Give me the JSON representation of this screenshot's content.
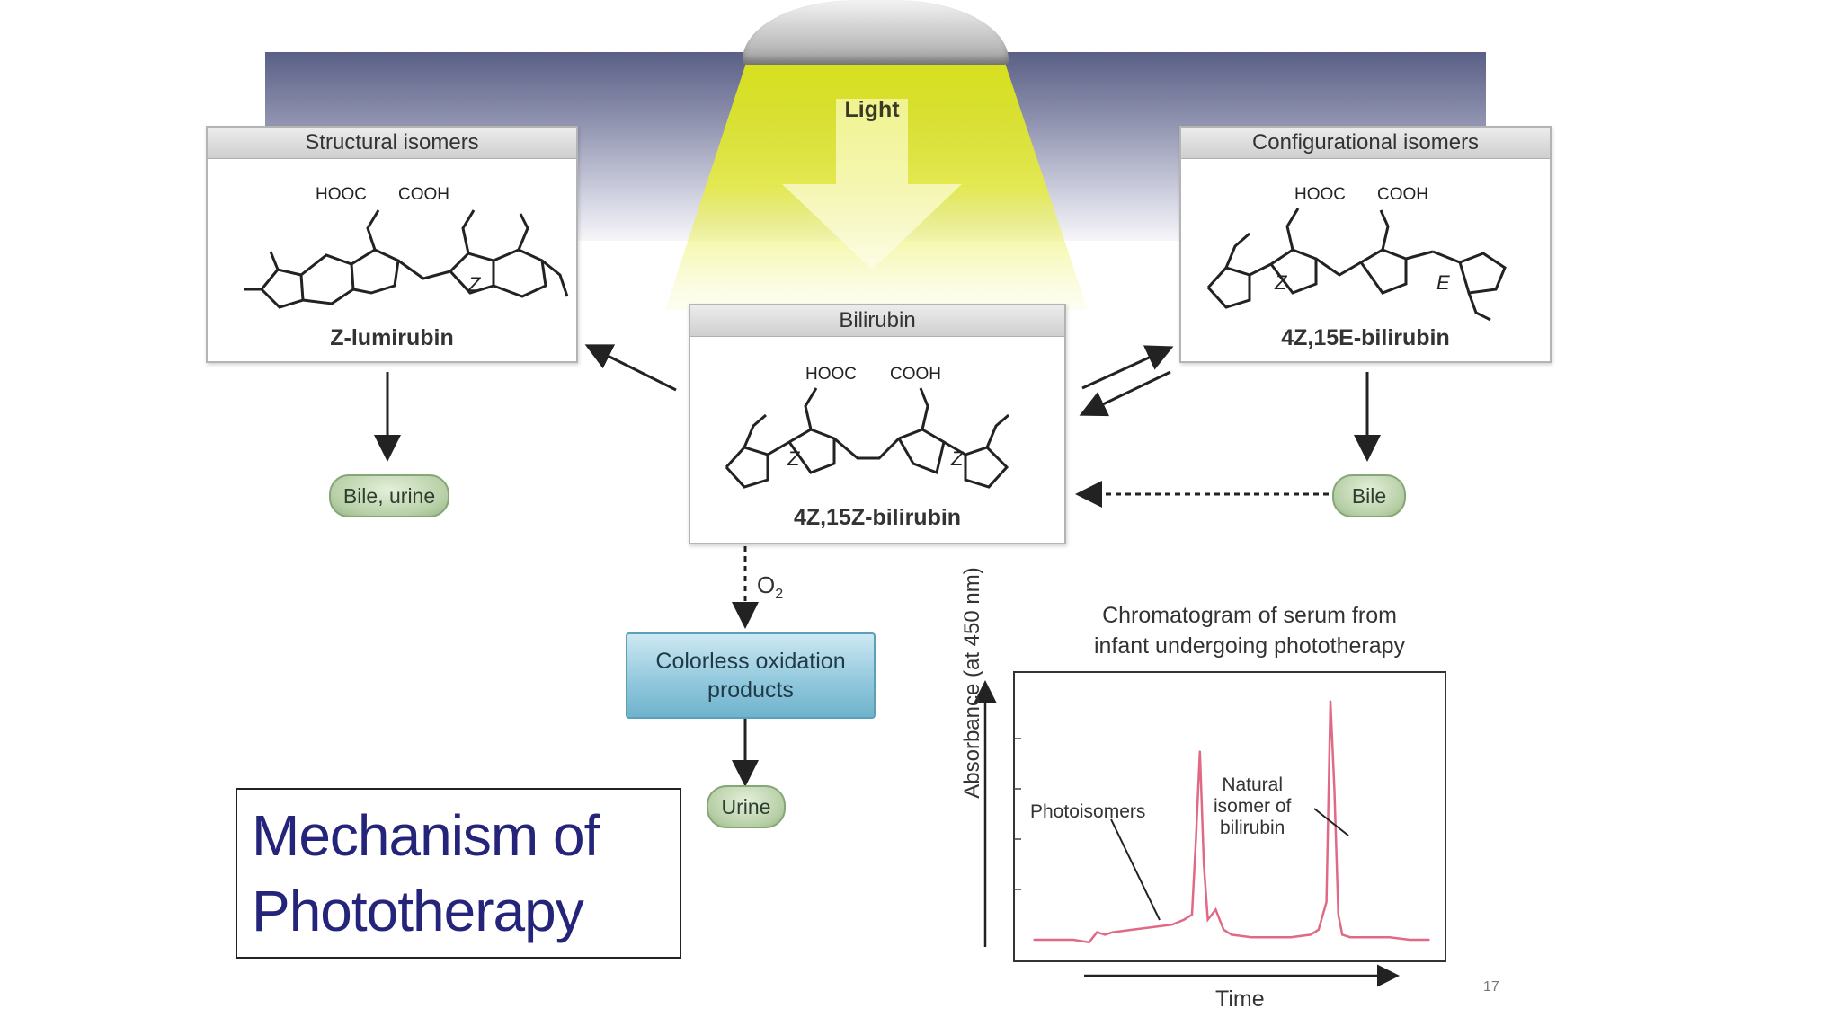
{
  "light": {
    "label": "Light"
  },
  "structural": {
    "header": "Structural isomers",
    "hooc": "HOOC",
    "cooh": "COOH",
    "caption": "Z-lumirubin",
    "z_mark": "Z"
  },
  "configurational": {
    "header": "Configurational isomers",
    "hooc": "HOOC",
    "cooh": "COOH",
    "caption": "4Z,15E-bilirubin",
    "z_mark": "Z",
    "e_mark": "E"
  },
  "bilirubin": {
    "header": "Bilirubin",
    "hooc": "HOOC",
    "cooh": "COOH",
    "caption": "4Z,15Z-bilirubin",
    "z_mark": "Z"
  },
  "excretion": {
    "bile_urine": "Bile, urine",
    "bile": "Bile",
    "urine": "Urine"
  },
  "oxidation": {
    "label_line1": "Colorless oxidation",
    "label_line2": "products",
    "o2": "O",
    "o2_sub": "2"
  },
  "title": {
    "line1": "Mechanism of",
    "line2": "Phototherapy"
  },
  "chromatogram": {
    "title_line1": "Chromatogram of serum from",
    "title_line2": "infant undergoing phototherapy",
    "ylabel": "Absorbance (at 450 nm)",
    "xlabel": "Time",
    "note_photoisomers": "Photoisomers",
    "note_natural_1": "Natural",
    "note_natural_2": "isomer of",
    "note_natural_3": "bilirubin"
  },
  "page_number": "17",
  "colors": {
    "title_text": "#24247a",
    "beam": "#e8ee3a",
    "pill": "#b7cfa6",
    "oxbox": "#8fc7dc",
    "trace": "#e06a86"
  },
  "chart_data": {
    "type": "line",
    "title": "Chromatogram of serum from infant undergoing phototherapy",
    "xlabel": "Time",
    "ylabel": "Absorbance (at 450 nm)",
    "xlim": [
      0,
      100
    ],
    "ylim": [
      0,
      100
    ],
    "grid": false,
    "series": [
      {
        "x": [
          0,
          10,
          14,
          16,
          18,
          20,
          25,
          30,
          35,
          38,
          40,
          41,
          42,
          43,
          44,
          46,
          48,
          50,
          55,
          60,
          65,
          70,
          72,
          74,
          75,
          76,
          77,
          78,
          80,
          85,
          90,
          95,
          100
        ],
        "y": [
          0,
          0,
          -1,
          3,
          2,
          3,
          4,
          5,
          6,
          8,
          10,
          40,
          75,
          30,
          8,
          12,
          4,
          2,
          1,
          1,
          1,
          2,
          4,
          15,
          95,
          60,
          10,
          2,
          1,
          1,
          1,
          0,
          0
        ]
      }
    ],
    "annotations": [
      "Photoisomers",
      "Natural isomer of bilirubin"
    ]
  }
}
